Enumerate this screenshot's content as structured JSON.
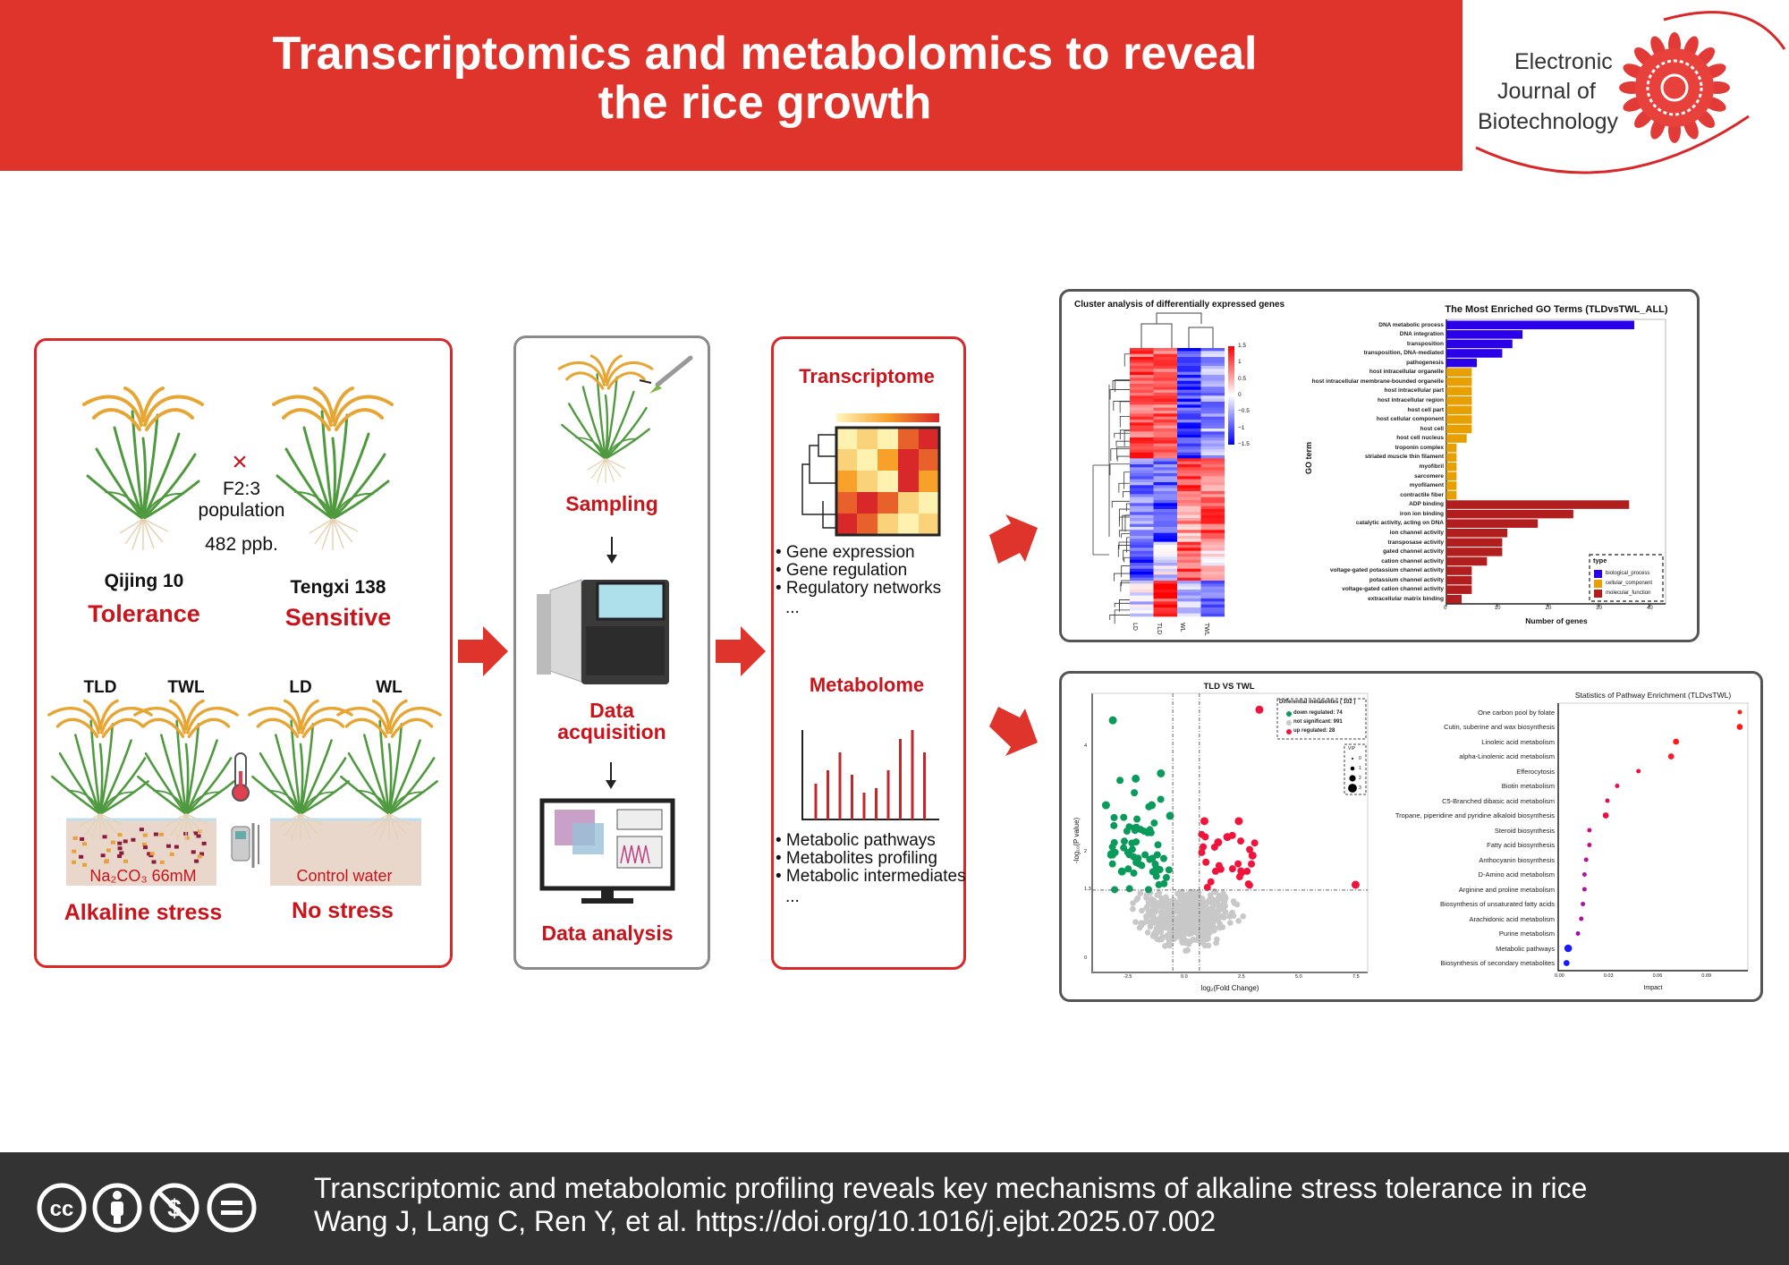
{
  "header": {
    "title_line1": "Transcriptomics and metabolomics to reveal",
    "title_line2": "the rice growth",
    "color": "#df342c"
  },
  "logo": {
    "line1": "Electronic",
    "line2": "Journal of",
    "line3": "Biotechnology"
  },
  "panel_plants": {
    "cross_symbol": "×",
    "population": "F2:3",
    "population2": "population",
    "count": "482 ppb.",
    "left_variety": "Qijing 10",
    "left_trait": "Tolerance",
    "right_variety": "Tengxi 138",
    "right_trait": "Sensitive",
    "groups": [
      "TLD",
      "TWL",
      "LD",
      "WL"
    ],
    "stress_solution": "Na₂CO₃ 66mM",
    "control_solution": "Control water",
    "stress_label": "Alkaline stress",
    "control_label": "No stress",
    "icons": [
      "rice-plant-icon",
      "thermometer-icon",
      "ph-meter-icon"
    ]
  },
  "panel_workflow": {
    "step1": "Sampling",
    "step2_line1": "Data",
    "step2_line2": "acquisition",
    "step3": "Data analysis"
  },
  "panel_omics": {
    "transcriptome": "Transcriptome",
    "transcriptome_items": [
      "• Gene expression",
      "• Gene regulation",
      "• Regulatory networks",
      "..."
    ],
    "metabolome": "Metabolome",
    "metabolome_items": [
      "• Metabolic pathways",
      "• Metabolites profiling",
      "• Metabolic intermediates",
      "..."
    ]
  },
  "chart_data": [
    {
      "type": "heatmap",
      "title": "Cluster analysis of differentially expressed genes",
      "columns": [
        "LD",
        "TLD",
        "WL",
        "TWL"
      ],
      "colorbar_ticks": [
        1.5,
        1,
        0.5,
        0,
        -0.5,
        -1,
        -1.5
      ],
      "colors": {
        "high": "#ff0000",
        "mid": "#ffffff",
        "low": "#0000ff"
      }
    },
    {
      "type": "bar",
      "title": "The Most Enriched GO Terms (TLDvsTWL_ALL)",
      "xlabel": "Number of genes",
      "ylabel": "GO term",
      "xlim": [
        0,
        43
      ],
      "xticks": [
        0,
        10,
        20,
        30,
        40
      ],
      "legend_title": "type",
      "legend_placement": "bottom-right",
      "series_colors": {
        "biological_process": "#2a00e8",
        "cellular_component": "#e8a000",
        "molecular_function": "#b21e1e"
      },
      "categories": [
        "DNA metabolic process",
        "DNA integration",
        "transposition",
        "transposition, DNA-mediated",
        "pathogenesis",
        "host intracellular organelle",
        "host intracellular membrane-bounded organelle",
        "host intracellular part",
        "host intracellular region",
        "host cell part",
        "host cellular component",
        "host cell",
        "host cell nucleus",
        "troponin complex",
        "striated muscle thin filament",
        "myofibril",
        "sarcomere",
        "myofilament",
        "contractile fiber",
        "ADP binding",
        "iron ion binding",
        "catalytic activity, acting on DNA",
        "ion channel activity",
        "transposase activity",
        "gated channel activity",
        "cation channel activity",
        "voltage-gated potassium channel activity",
        "potassium channel activity",
        "voltage-gated cation channel activity",
        "extracellular matrix binding"
      ],
      "values": [
        37,
        15,
        13,
        11,
        6,
        5,
        5,
        5,
        5,
        5,
        5,
        5,
        4,
        2,
        2,
        2,
        2,
        2,
        2,
        36,
        25,
        18,
        12,
        11,
        11,
        8,
        5,
        5,
        5,
        3
      ],
      "types": [
        "biological_process",
        "biological_process",
        "biological_process",
        "biological_process",
        "biological_process",
        "cellular_component",
        "cellular_component",
        "cellular_component",
        "cellular_component",
        "cellular_component",
        "cellular_component",
        "cellular_component",
        "cellular_component",
        "cellular_component",
        "cellular_component",
        "cellular_component",
        "cellular_component",
        "cellular_component",
        "cellular_component",
        "molecular_function",
        "molecular_function",
        "molecular_function",
        "molecular_function",
        "molecular_function",
        "molecular_function",
        "molecular_function",
        "molecular_function",
        "molecular_function",
        "molecular_function",
        "molecular_function"
      ]
    },
    {
      "type": "scatter",
      "title": "TLD VS TWL",
      "xlabel": "log₂(Fold Change)",
      "ylabel": "-log₁₀(P value)",
      "xticks": [
        -2.5,
        0.0,
        2.5,
        5.0,
        7.5
      ],
      "yticks": [
        0,
        1.3,
        2,
        4
      ],
      "xlim": [
        -4,
        8
      ],
      "ylim": [
        -0.2,
        5.1
      ],
      "thresholds": {
        "fold_change": [
          -0.58,
          0.58
        ],
        "p_value": 1.3
      },
      "legend": {
        "title": "Differential metabolites ( 102 )",
        "down": "down    regulated:    74",
        "ns": "not significant: 991",
        "up": "up regulated: 28",
        "vip_title": "VIP",
        "vip_values": [
          0,
          1,
          2,
          3
        ]
      },
      "colors": {
        "down": "#0a9a5c",
        "ns": "#c8c8c8",
        "up": "#f0143c"
      },
      "highlighted_points": [
        [
          -3.2,
          4.5
        ],
        [
          3.2,
          4.7
        ],
        [
          7.4,
          1.4
        ],
        [
          -3.5,
          2.9
        ],
        [
          -2.2,
          3.4
        ],
        [
          -1.1,
          3.5
        ],
        [
          -1.5,
          2.9
        ],
        [
          0.8,
          2.6
        ],
        [
          2.3,
          2.6
        ],
        [
          1.8,
          2.3
        ],
        [
          1.4,
          2.2
        ],
        [
          2.9,
          1.95
        ],
        [
          -2.8,
          1.65
        ],
        [
          -0.7,
          2.7
        ]
      ]
    },
    {
      "type": "scatter",
      "title": "Statistics of Pathway Enrichment (TLDvsTWL)",
      "xlabel": "Impact",
      "xticks": [
        0.0,
        0.03,
        0.06,
        0.09
      ],
      "xlim": [
        -0.001,
        0.115
      ],
      "categories": [
        "One carbon pool by folate",
        "Cutin, suberine and wax biosynthesis",
        "Linoleic acid metabolism",
        "alpha-Linolenic acid metabolism",
        "Efferocytosis",
        "Biotin metabolism",
        "C5-Branched dibasic acid metabolism",
        "Tropane, piperidine and pyridine alkaloid biosynthesis",
        "Steroid biosynthesis",
        "Fatty acid biosynthesis",
        "Anthocyanin biosynthesis",
        "D-Amino acid metabolism",
        "Arginine and proline metabolism",
        "Biosynthesis of unsaturated fatty acids",
        "Arachidonic acid metabolism",
        "Purine metabolism",
        "Metabolic pathways",
        "Biosynthesis of secondary metabolites"
      ],
      "values": [
        0.11,
        0.11,
        0.071,
        0.068,
        0.048,
        0.035,
        0.029,
        0.028,
        0.018,
        0.018,
        0.016,
        0.015,
        0.015,
        0.014,
        0.013,
        0.011,
        0.005,
        0.004
      ],
      "colors": [
        "#ff1a1a",
        "#ff1a1a",
        "#ff1a1a",
        "#ff1a2a",
        "#f01040",
        "#e8104a",
        "#e01050",
        "#e81040",
        "#c0108a",
        "#c0108a",
        "#b8109a",
        "#b8109a",
        "#b8109a",
        "#b010a0",
        "#b010a0",
        "#a010b0",
        "#1a1aff",
        "#1a1aff"
      ],
      "sizes": [
        1,
        2,
        2,
        2,
        1,
        1,
        1,
        2,
        1,
        1,
        1,
        1,
        1,
        1,
        1,
        1,
        3,
        2
      ]
    }
  ],
  "footer": {
    "citation_title": "Transcriptomic and metabolomic profiling reveals key mechanisms of alkaline stress tolerance in rice",
    "citation_authors": "Wang J, Lang C, Ren Y, et al.  https://doi.org/10.1016/j.ejbt.2025.07.002",
    "license_icons": [
      "cc-icon",
      "by-attribution-icon",
      "noncommercial-icon",
      "noderivatives-icon"
    ],
    "cc_text": "cc",
    "nd_text": "="
  }
}
